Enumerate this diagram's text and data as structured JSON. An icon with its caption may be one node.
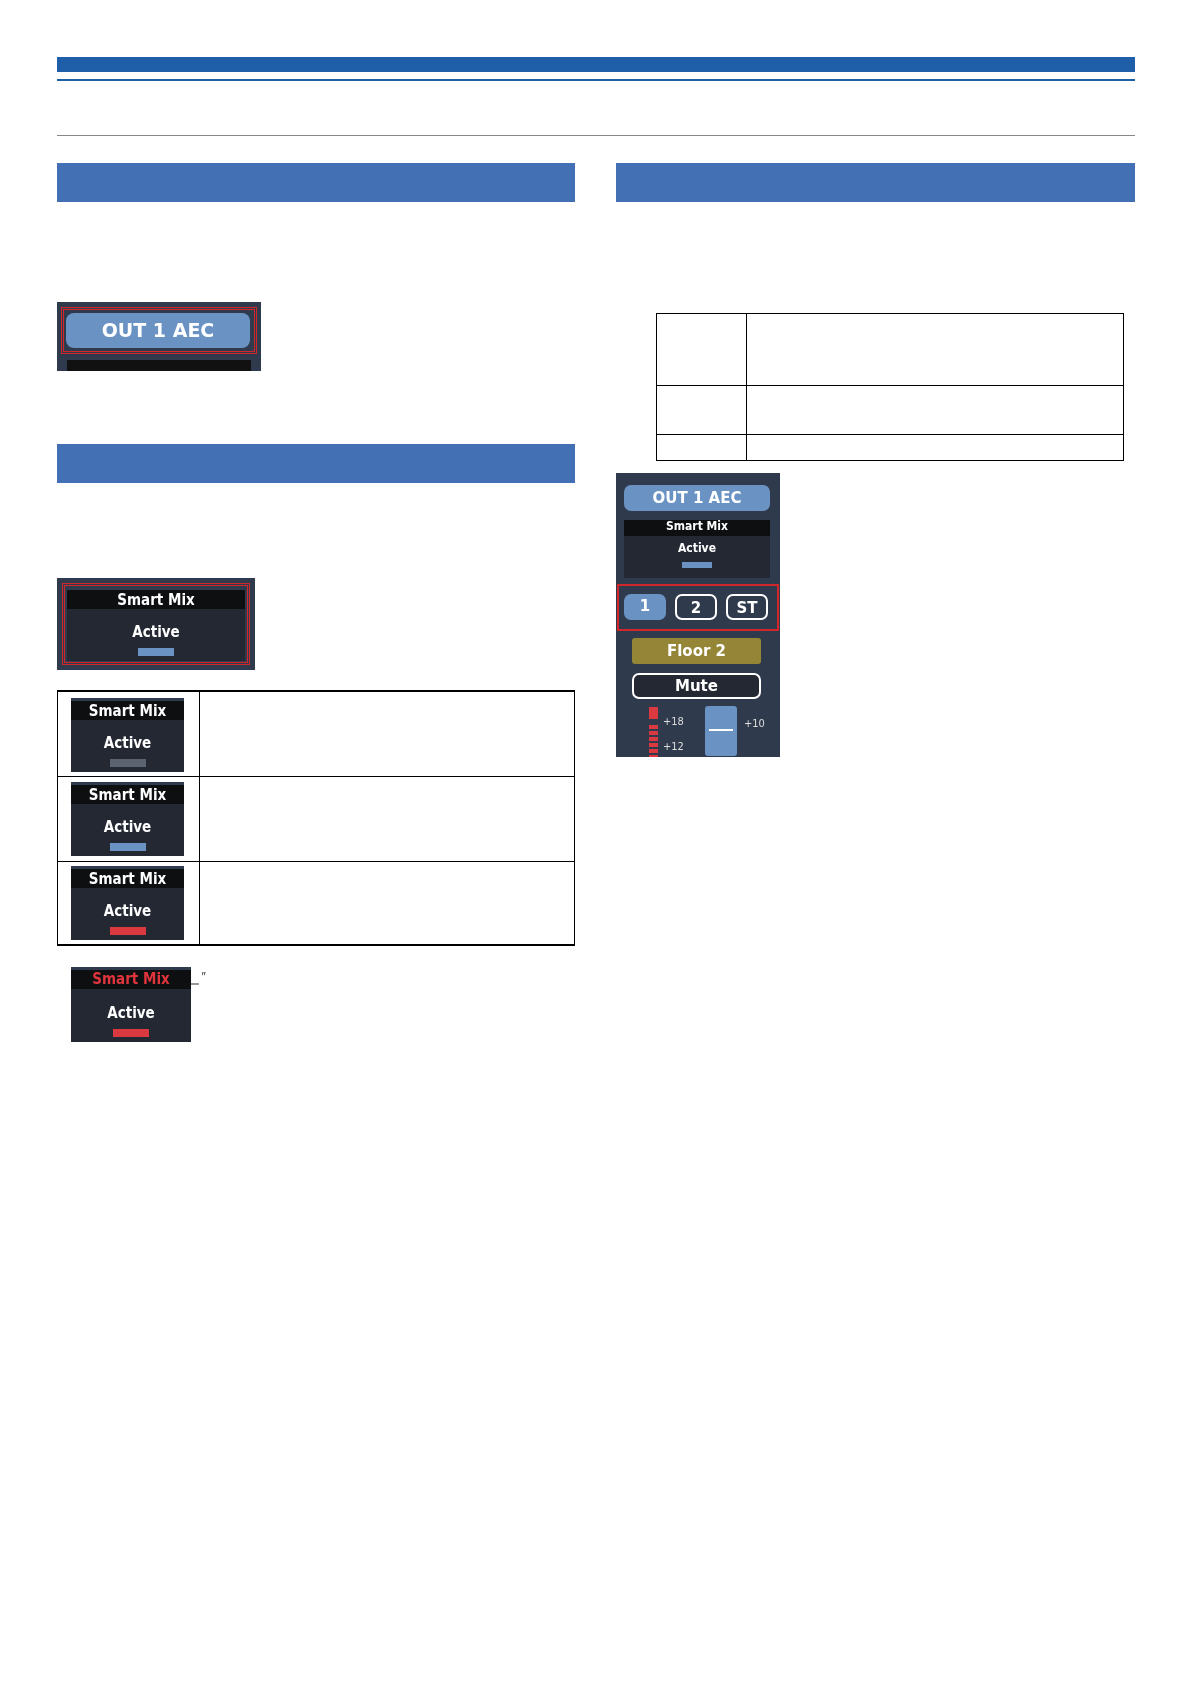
{
  "diagram": {
    "nodes": [
      {
        "text": [],
        "shape": "bar"
      },
      {
        "text": [],
        "shape": "bar"
      },
      {
        "text": [],
        "shape": "bar"
      },
      {
        "text": [
          "″"
        ]
      },
      {
        "text": [
          "Smart Mix"
        ]
      }
    ],
    "edges": [
      {
        "from": 3,
        "to": 4,
        "arrow": "none"
      }
    ],
    "labels": [
      "OUT 1 AEC",
      "Smart Mix",
      "Active",
      "Smart Mix",
      "Active",
      "Smart Mix",
      "Active",
      "Smart Mix",
      "Active",
      "Active",
      "OUT 1 AEC",
      "Smart Mix",
      "Active",
      "1",
      "2",
      "ST",
      "Floor 2",
      "Mute",
      "+18",
      "+12",
      "+10"
    ]
  }
}
